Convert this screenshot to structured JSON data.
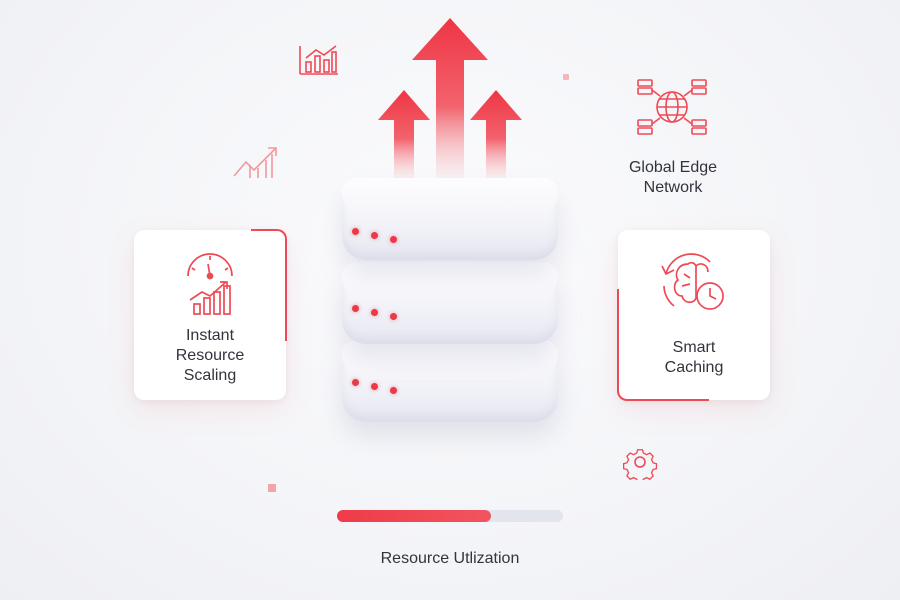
{
  "features": {
    "global_edge": {
      "line1": "Global Edge",
      "line2": "Network",
      "icon": "globe-network-icon"
    },
    "instant_scaling": {
      "line1": "Instant",
      "line2": "Resource",
      "line3": "Scaling",
      "icon": "gauge-growth-icon"
    },
    "smart_caching": {
      "line1": "Smart",
      "line2": "Caching",
      "icon": "brain-clock-icon"
    }
  },
  "resource_utilization": {
    "label": "Resource Utlization",
    "fraction": 0.68
  },
  "colors": {
    "accent": "#ee4a55",
    "track": "#e3e5ee"
  }
}
